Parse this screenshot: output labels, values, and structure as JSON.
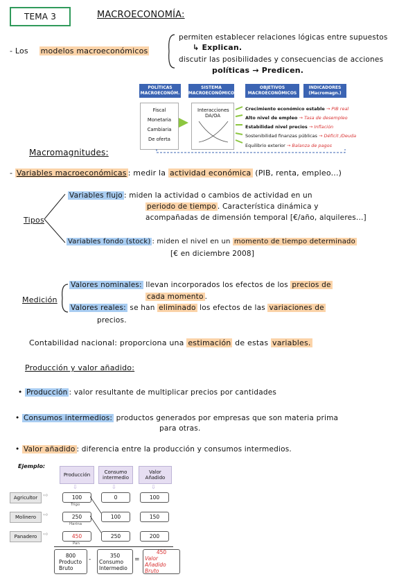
{
  "header": {
    "tema": "TEMA 3",
    "title": "MACROECONOMÍA:"
  },
  "modelos": {
    "lead": "- Los",
    "hl": "modelos macroeconómicos",
    "b1": "permiten establecer relaciones lógicas entre supuestos",
    "b1b": "↳ Explican.",
    "b2": "discutir las posibilidades y consecuencias de acciones",
    "b2b": "políticas → Predicen."
  },
  "diagram": {
    "headers": [
      "POLÍTICAS MACROECONÓM.",
      "SISTEMA MACROECONÓMICO",
      "OBJETIVOS MACROECONÓMICOS",
      "INDICADORES (Macromagn.)"
    ],
    "policies": [
      "Fiscal",
      "Monetaria",
      "Cambiaria",
      "De oferta"
    ],
    "system": "Interacciones DA/OA",
    "goals": [
      {
        "label": "Crecimiento económico estable",
        "ind": "PIB real"
      },
      {
        "label": "Alto nivel de empleo",
        "ind": "Tasa de desempleo"
      },
      {
        "label": "Estabilidad nivel precios",
        "ind": "Inflación"
      },
      {
        "label": "Sostenibilidad finanzas públicas",
        "ind": "Déficit /Deuda"
      },
      {
        "label": "Equilibrio exterior",
        "ind": "Balanza de pagos"
      }
    ]
  },
  "macro": {
    "title": "Macromagnitudes:",
    "lead": "- ",
    "vm": "Variables macroeconómicas",
    "vm_rest1": ": medir la ",
    "vm_hl": "actividad económica",
    "vm_rest2": " (PIB, renta, empleo...)"
  },
  "tipos": {
    "label": "Tipos",
    "flujo": "Variables flujo",
    "flujo_t1": ": miden la actividad o cambios de actividad en un",
    "flujo_hl": "periodo de tiempo",
    "flujo_t2": ". Característica dinámica y",
    "flujo_t3": "acompañadas de dimensión temporal [€/año, alquileres...]",
    "fondo": "Variables fondo (stock)",
    "fondo_t1": ": miden el nivel en un ",
    "fondo_hl": "momento de tiempo determinado",
    "fondo_t2": "[€ en diciembre 2008]"
  },
  "medicion": {
    "label": "Medición",
    "nom": "Valores nominales:",
    "nom_t1": " llevan incorporados los efectos de los ",
    "nom_hl1": "precios de",
    "nom_hl2": "cada momento",
    "nom_t2": ".",
    "real": "Valores reales:",
    "real_t1": " se han ",
    "real_hl": "eliminado",
    "real_t2": " los efectos de las ",
    "real_hl2": "variaciones de",
    "real_t3": "precios."
  },
  "contabilidad": {
    "lead": "Contabilidad nacional: proporciona una ",
    "hl": "estimación",
    "mid": " de estas ",
    "hl2": "variables."
  },
  "produccion": {
    "title": "Producción y valor añadido:",
    "p1_hl": "Producción",
    "p1": ": valor resultante de multiplicar precios por cantidades",
    "p2_hl": "Consumos intermedios:",
    "p2": " productos generados por empresas que son materia prima",
    "p2b": "para otras.",
    "p3_hl": "Valor añadido",
    "p3": ": diferencia entre la producción y consumos intermedios."
  },
  "ejemplo": {
    "label": "Ejemplo:",
    "cols": [
      "Producción",
      "Consumo intermedio",
      "Valor Añadido"
    ],
    "rows": [
      {
        "name": "Agricultor",
        "prod": "100",
        "ci": "0",
        "va": "100",
        "sub": "Trigo"
      },
      {
        "name": "Molinero",
        "prod": "250",
        "ci": "100",
        "va": "150",
        "sub": "Harina"
      },
      {
        "name": "Panadero",
        "prod": "450",
        "ci": "250",
        "va": "200",
        "sub": "Pan"
      }
    ],
    "tot_prod": "800",
    "tot_prod_l": "Producto Bruto",
    "tot_ci": "350",
    "tot_ci_l": "Consumo Intermedio",
    "tot_va": "450",
    "tot_va_l": "Valor Añadido Bruto",
    "minus": "-",
    "eq": "="
  }
}
